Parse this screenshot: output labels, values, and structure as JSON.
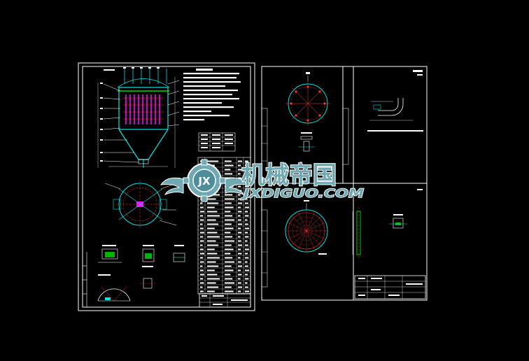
{
  "watermark": {
    "cn_text": "机械帝国",
    "en_text": "JXDIGUO.COM",
    "logo_text": "JX"
  },
  "colors": {
    "background": "#000000",
    "frame": "#ffffff",
    "cyan": "#00e5e5",
    "red": "#ff3030",
    "magenta": "#ff00ff",
    "green": "#00ff00",
    "yellow": "#ffff00",
    "watermark_fill": "#6fa9b4",
    "watermark_stroke": "#ffffff"
  },
  "sheets": [
    {
      "name": "main-assembly-sheet"
    },
    {
      "name": "part-sheet-top-left"
    },
    {
      "name": "part-sheet-top-right"
    },
    {
      "name": "part-sheet-bottom-left"
    },
    {
      "name": "part-sheet-bottom-right"
    }
  ]
}
